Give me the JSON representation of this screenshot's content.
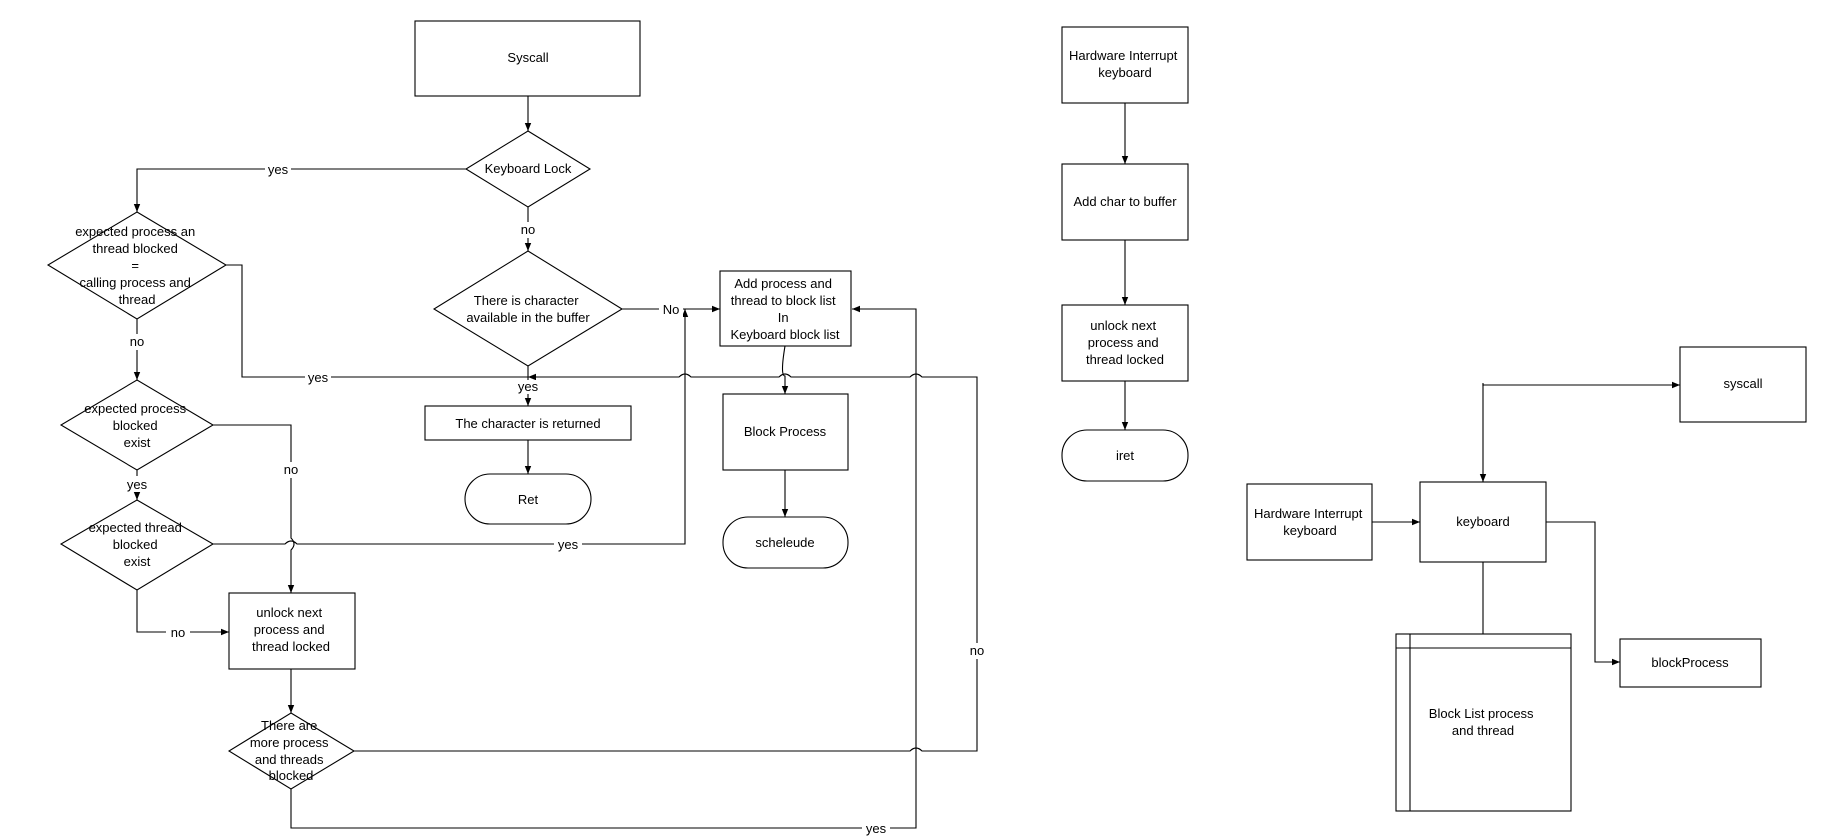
{
  "colors": {
    "stroke": "#000000",
    "fill": "#ffffff",
    "text": "#000000"
  },
  "nodes": {
    "syscall": "Syscall",
    "keyboard_lock": "Keyboard Lock",
    "expected_blocked_eq": [
      "expected process an",
      "thread blocked",
      "=",
      "calling process and",
      "thread"
    ],
    "char_available": [
      "There is character",
      "available in the buffer"
    ],
    "add_to_block_list": [
      "Add process and",
      "thread to block list",
      "In",
      "Keyboard block list"
    ],
    "char_returned": "The character is returned",
    "ret": "Ret",
    "block_process": "Block Process",
    "scheleude": "scheleude",
    "expected_process_exist": [
      "expected process",
      "blocked",
      "exist"
    ],
    "expected_thread_exist": [
      "expected thread",
      "blocked",
      "exist"
    ],
    "unlock_next_left": [
      "unlock next",
      "process and",
      "thread locked"
    ],
    "more_blocked": [
      "There are",
      "more process",
      "and threads",
      "blocked"
    ],
    "hw_interrupt_top": [
      "Hardware Interrupt",
      "keyboard"
    ],
    "add_char": "Add char to buffer",
    "unlock_next_mid": [
      "unlock next",
      "process and",
      "thread locked"
    ],
    "iret": "iret",
    "arch_syscall": "syscall",
    "arch_hw_interrupt": [
      "Hardware Interrupt",
      "keyboard"
    ],
    "arch_keyboard": "keyboard",
    "arch_block_process": "blockProcess",
    "arch_block_list": [
      "Block List process",
      "and thread"
    ]
  },
  "edge_labels": {
    "lock_yes": "yes",
    "lock_no": "no",
    "eq_no": "no",
    "eq_yes": "yes",
    "avail_yes": "yes",
    "avail_no": "No",
    "proc_exist_yes": "yes",
    "proc_exist_no": "no",
    "thread_exist_yes": "yes",
    "thread_exist_no": "no",
    "more_no": "no",
    "more_yes": "yes"
  }
}
